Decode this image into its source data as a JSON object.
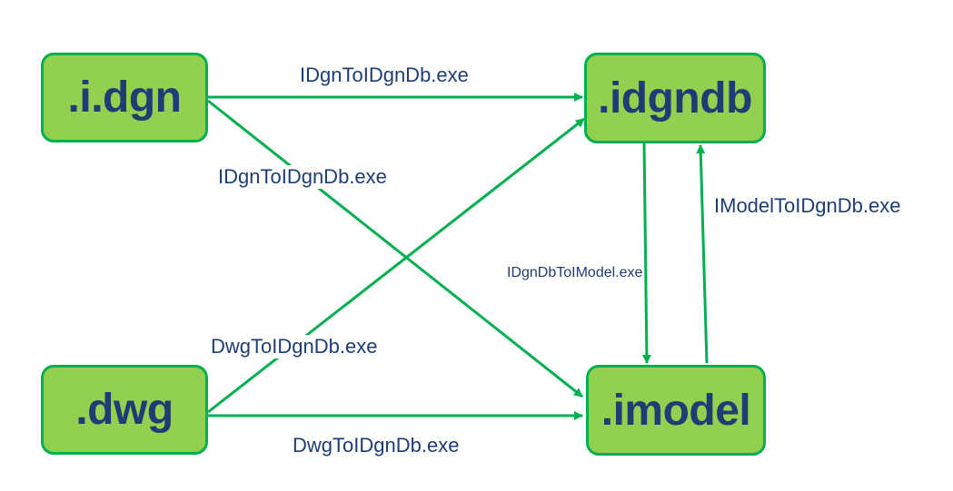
{
  "nodes": {
    "idgn": ".i.dgn",
    "idgndb": ".idgndb",
    "dwg": ".dwg",
    "imodel": ".imodel"
  },
  "edges": {
    "idgn_to_idgndb": "IDgnToIDgnDb.exe",
    "idgn_to_imodel": "IDgnToIDgnDb.exe",
    "dwg_to_idgndb": "DwgToIDgnDb.exe",
    "dwg_to_imodel": "DwgToIDgnDb.exe",
    "idgndb_to_imodel": "IDgnDbToIModel.exe",
    "imodel_to_idgndb": "IModelToIDgnDb.exe"
  },
  "colors": {
    "node_fill": "#92d050",
    "node_border": "#00b050",
    "arrow": "#00b050",
    "text": "#1f3d75"
  }
}
